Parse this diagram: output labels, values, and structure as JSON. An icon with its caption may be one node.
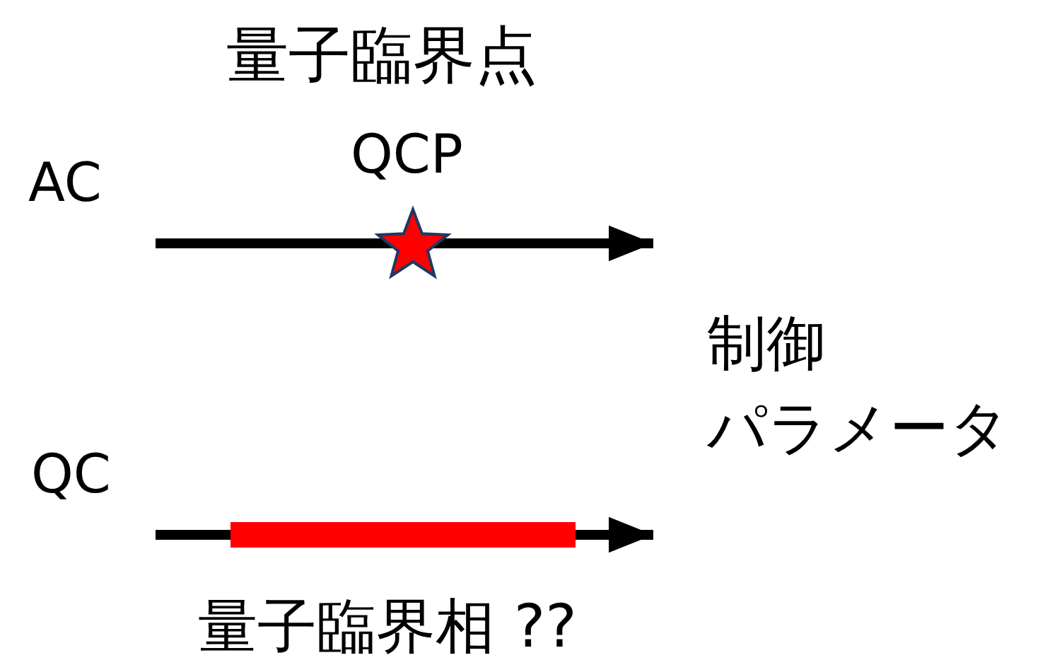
{
  "diagram": {
    "title": "量子臨界点",
    "labels": [
      "AC",
      "QCP",
      "制御",
      "パラメータ",
      "QC",
      "量子臨界相 ??"
    ]
  }
}
